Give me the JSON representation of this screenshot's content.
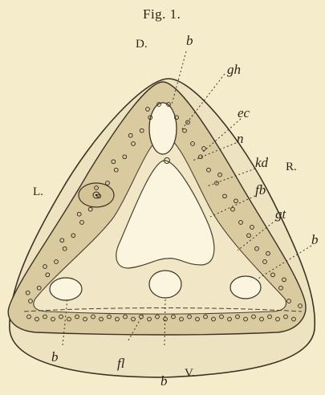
{
  "figure": {
    "title": "Fig. 1.",
    "orientation": {
      "dorsal": "D.",
      "left": "L.",
      "right": "R.",
      "ventral": "V."
    },
    "labels": {
      "b_top": "b",
      "gh": "gh",
      "ec": "ec",
      "n": "n",
      "kd": "kd",
      "fb": "fb",
      "gt": "gt",
      "b_right": "b",
      "b_bottom_left": "b",
      "fl": "fl",
      "b_bottom_mid": "b"
    }
  },
  "colors": {
    "paper": "#f5eccb",
    "ink": "#2a2418",
    "tissue": "#ddd0a8"
  }
}
